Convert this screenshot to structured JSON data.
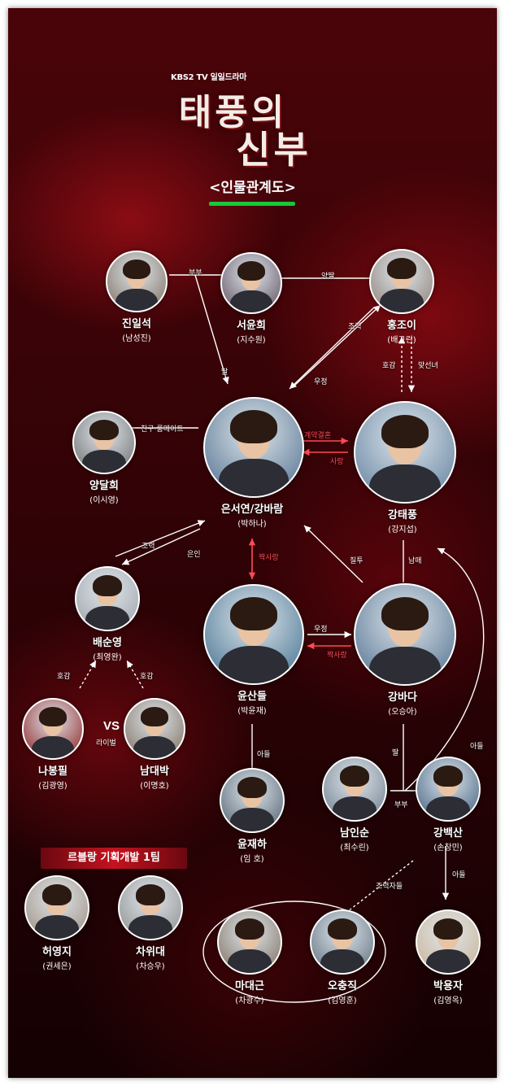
{
  "header": {
    "channel": "KBS2 TV 일일드라마",
    "title_line1": "태풍의",
    "title_line2": "신부",
    "subtitle": "<인물관계도>"
  },
  "team_banner": "르블랑 기획개발 1팀",
  "vs_text": "VS",
  "characters": [
    {
      "id": "jin",
      "name": "진일석",
      "actor": "(남성진)"
    },
    {
      "id": "seo",
      "name": "서윤희",
      "actor": "(지수원)"
    },
    {
      "id": "hong",
      "name": "홍조이",
      "actor": "(배그린)"
    },
    {
      "id": "yang",
      "name": "양달희",
      "actor": "(이시영)"
    },
    {
      "id": "eun",
      "name": "은서연/강바람",
      "actor": "(박하나)"
    },
    {
      "id": "taepung",
      "name": "강태풍",
      "actor": "(강지섭)"
    },
    {
      "id": "bae",
      "name": "배순영",
      "actor": "(최영완)"
    },
    {
      "id": "yoon",
      "name": "윤산들",
      "actor": "(박윤재)"
    },
    {
      "id": "bada",
      "name": "강바다",
      "actor": "(오승아)"
    },
    {
      "id": "na",
      "name": "나봉필",
      "actor": "(김광영)"
    },
    {
      "id": "nam",
      "name": "남대박",
      "actor": "(이명호)"
    },
    {
      "id": "jaeha",
      "name": "윤재하",
      "actor": "(임 호)"
    },
    {
      "id": "namin",
      "name": "남인순",
      "actor": "(최수린)"
    },
    {
      "id": "baeksan",
      "name": "강백산",
      "actor": "(손창민)"
    },
    {
      "id": "heo",
      "name": "허영지",
      "actor": "(권세은)"
    },
    {
      "id": "cha",
      "name": "차위대",
      "actor": "(차승우)"
    },
    {
      "id": "ma",
      "name": "마대근",
      "actor": "(차광수)"
    },
    {
      "id": "oh",
      "name": "오충직",
      "actor": "(김영훈)"
    },
    {
      "id": "park",
      "name": "박용자",
      "actor": "(김영옥)"
    }
  ],
  "relations": {
    "bubu_top": "부부",
    "yangttal": "양딸",
    "ttal": "딸",
    "jowa": "조력",
    "ujeong_top": "우정",
    "hogam": "호감",
    "maseonnyeo": "맞선녀",
    "chingu": "친구·룸메이트",
    "gyeyak": "계약결혼",
    "sarang": "사랑",
    "jowa2": "조력",
    "eunin": "은인",
    "jjaksarang_v": "짝사랑",
    "jiltu": "질투",
    "namme": "남매",
    "ujeong_mid": "우정",
    "jjaksarang_h": "짝사랑",
    "hogam_l": "호감",
    "hogam_r": "호감",
    "rival": "라이벌",
    "adeul_yoon": "아들",
    "ttal_bada": "딸",
    "adeul_right": "아들",
    "bubu_bottom": "부부",
    "joryeokja": "조력자들",
    "adeul_park": "아들"
  },
  "colors": {
    "accent_red": "#ff4a55",
    "underline_green": "#17c83a",
    "line_white": "#ffffff"
  }
}
